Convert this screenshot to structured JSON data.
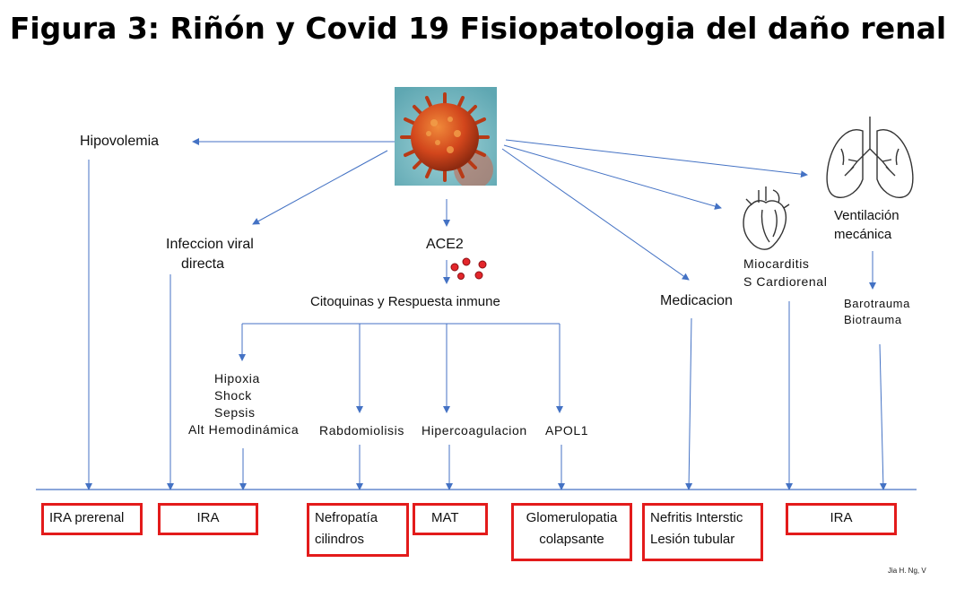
{
  "title": "Figura 3: Riñón y Covid 19 Fisiopatologia del daño renal",
  "images": {
    "virus": "covid-virus-icon",
    "heart": "heart-icon",
    "lungs": "lungs-icon",
    "cells": "red-dots-icon"
  },
  "colors": {
    "arrow": "#4472c4",
    "box_border": "#e31b1b"
  },
  "nodes": {
    "hipovolemia": "Hipovolemia",
    "infeccion": [
      "Infeccion viral",
      "directa"
    ],
    "ace2": "ACE2",
    "citoquinas": "Citoquinas y Respuesta inmune",
    "medicacion": "Medicacion",
    "miocarditis": [
      "Miocarditis",
      "S Cardiorenal"
    ],
    "ventilacion": [
      "Ventilación",
      "mecánica"
    ],
    "barotrauma": [
      "Barotrauma",
      "Biotrauma"
    ],
    "hipoxia": [
      "Hipoxia",
      "Shock",
      "Sepsis",
      "Alt Hemodinámica"
    ],
    "rabdo": "Rabdomiolisis",
    "hipercoag": "Hipercoagulacion",
    "apol1": "APOL1"
  },
  "outcomes": [
    {
      "lines": [
        "IRA prerenal"
      ]
    },
    {
      "lines": [
        "IRA"
      ]
    },
    {
      "lines": [
        "Nefropatía",
        "cilindros"
      ]
    },
    {
      "lines": [
        "MAT"
      ]
    },
    {
      "lines": [
        "Glomerulopatia",
        "colapsante"
      ]
    },
    {
      "lines": [
        "Nefritis Interstic",
        "Lesión tubular"
      ]
    },
    {
      "lines": [
        "IRA"
      ]
    }
  ],
  "credit": "Jia H. Ng, V"
}
